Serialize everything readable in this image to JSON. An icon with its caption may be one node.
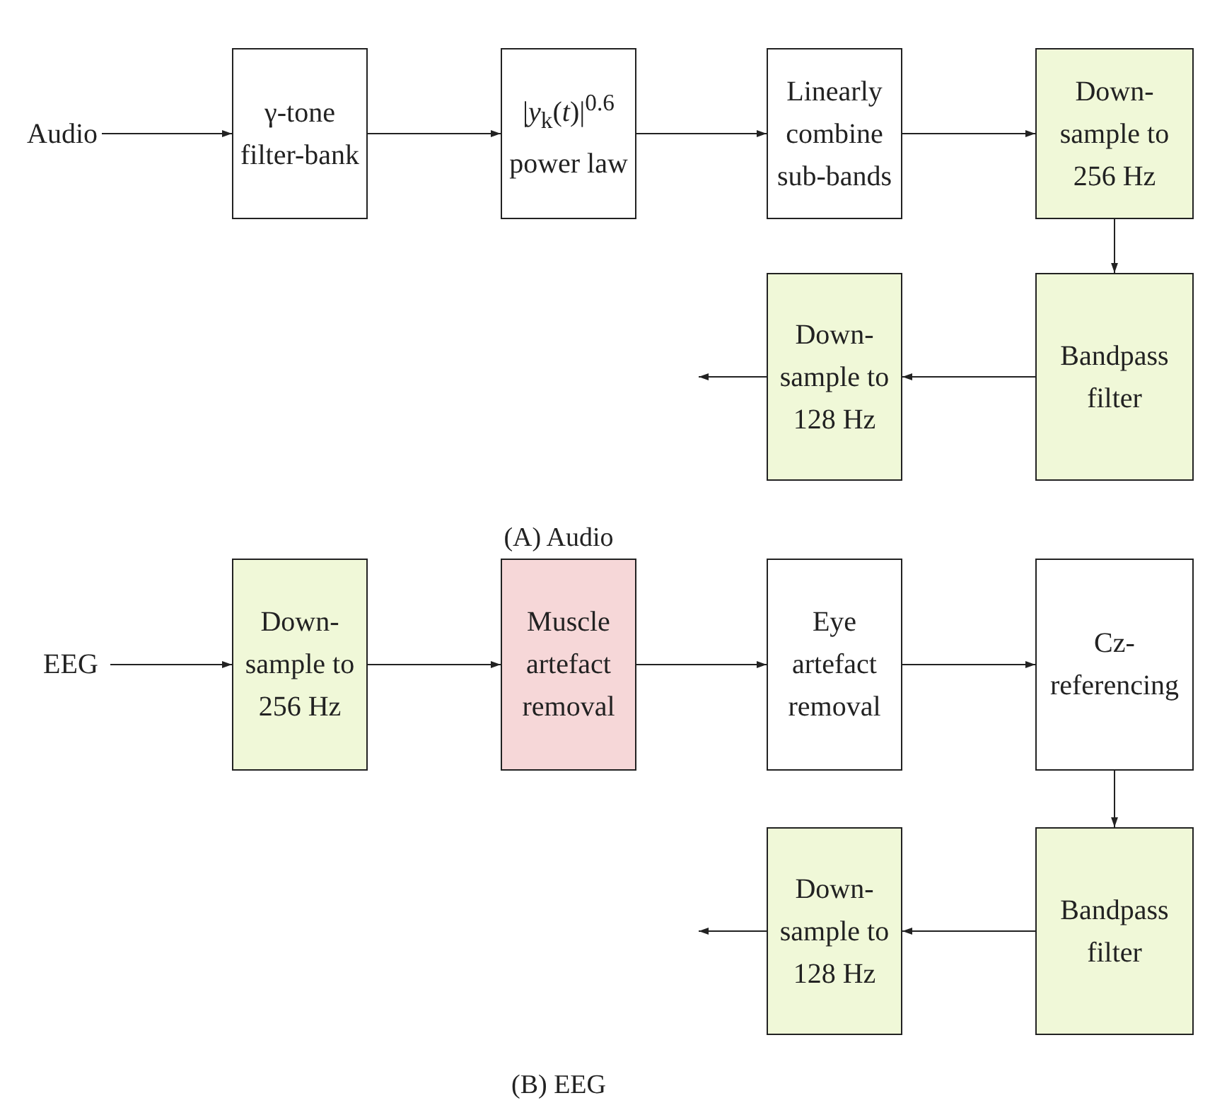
{
  "diagram": {
    "nodes": [
      {
        "text": [
          "Audio"
        ]
      },
      {
        "text": [
          "γ-tone filter-bank"
        ]
      },
      {
        "text": [
          "|*y*$_{k}$(*t*)|$^{0.6}$ power law"
        ]
      },
      {
        "text": [
          "Linearly combine sub-bands"
        ]
      },
      {
        "text": [
          "Down-sample to 256 Hz"
        ]
      },
      {
        "text": [
          "Bandpass filter"
        ]
      },
      {
        "text": [
          "Down-sample to 128 Hz"
        ]
      },
      {
        "text": [
          "EEG"
        ]
      },
      {
        "text": [
          "Down-sample to 256 Hz"
        ]
      },
      {
        "text": [
          "Muscle artefact removal"
        ]
      },
      {
        "text": [
          "Eye artefact removal"
        ]
      },
      {
        "text": [
          "Cz-referencing"
        ]
      },
      {
        "text": [
          "Bandpass filter"
        ]
      },
      {
        "text": [
          "Down-sample to 128 Hz"
        ]
      }
    ],
    "edges": [
      {
        "from": 0,
        "to": 1,
        "arrow": "to"
      },
      {
        "from": 1,
        "to": 2,
        "arrow": "to"
      },
      {
        "from": 2,
        "to": 3,
        "arrow": "to"
      },
      {
        "from": 3,
        "to": 4,
        "arrow": "to"
      },
      {
        "from": 4,
        "to": 5,
        "arrow": "to"
      },
      {
        "from": 5,
        "to": 6,
        "arrow": "to"
      },
      {
        "from": 6,
        "to": null,
        "arrow": "to"
      },
      {
        "from": 7,
        "to": 8,
        "arrow": "to"
      },
      {
        "from": 8,
        "to": 9,
        "arrow": "to"
      },
      {
        "from": 9,
        "to": 10,
        "arrow": "to"
      },
      {
        "from": 10,
        "to": 11,
        "arrow": "to"
      },
      {
        "from": 11,
        "to": 12,
        "arrow": "to"
      },
      {
        "from": 12,
        "to": 13,
        "arrow": "to"
      },
      {
        "from": 13,
        "to": null,
        "arrow": "to"
      }
    ],
    "labels": [
      "(A) Audio",
      "(B) EEG"
    ]
  }
}
